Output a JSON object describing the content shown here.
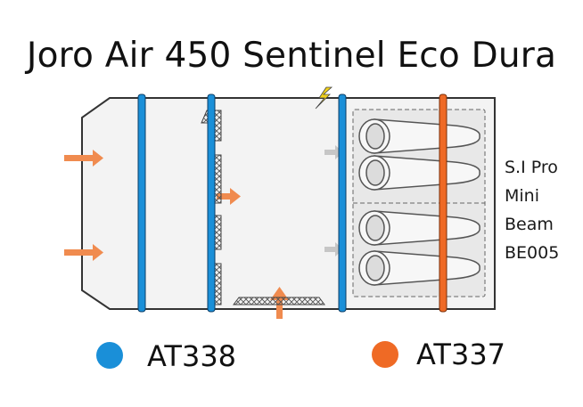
{
  "title": "Joro Air 450 Sentinel Eco Dura",
  "side_label": [
    "S.I Pro",
    "Mini",
    "Beam",
    "BE005"
  ],
  "legend": [
    {
      "label": "AT338",
      "color": "#1a8fd8"
    },
    {
      "label": "AT337",
      "color": "#ef6a25"
    }
  ],
  "colors": {
    "outline": "#333333",
    "housing_fill": "#f3f3f3",
    "airflow_arrow": "#f08b4f",
    "grey_arrow": "#bdbdbd",
    "spark": "#f2d21a",
    "cassette_fill": "#e8e8e8"
  },
  "icons": [
    "airflow-arrow-icon",
    "lightning-icon",
    "uv-lamp-icon"
  ]
}
